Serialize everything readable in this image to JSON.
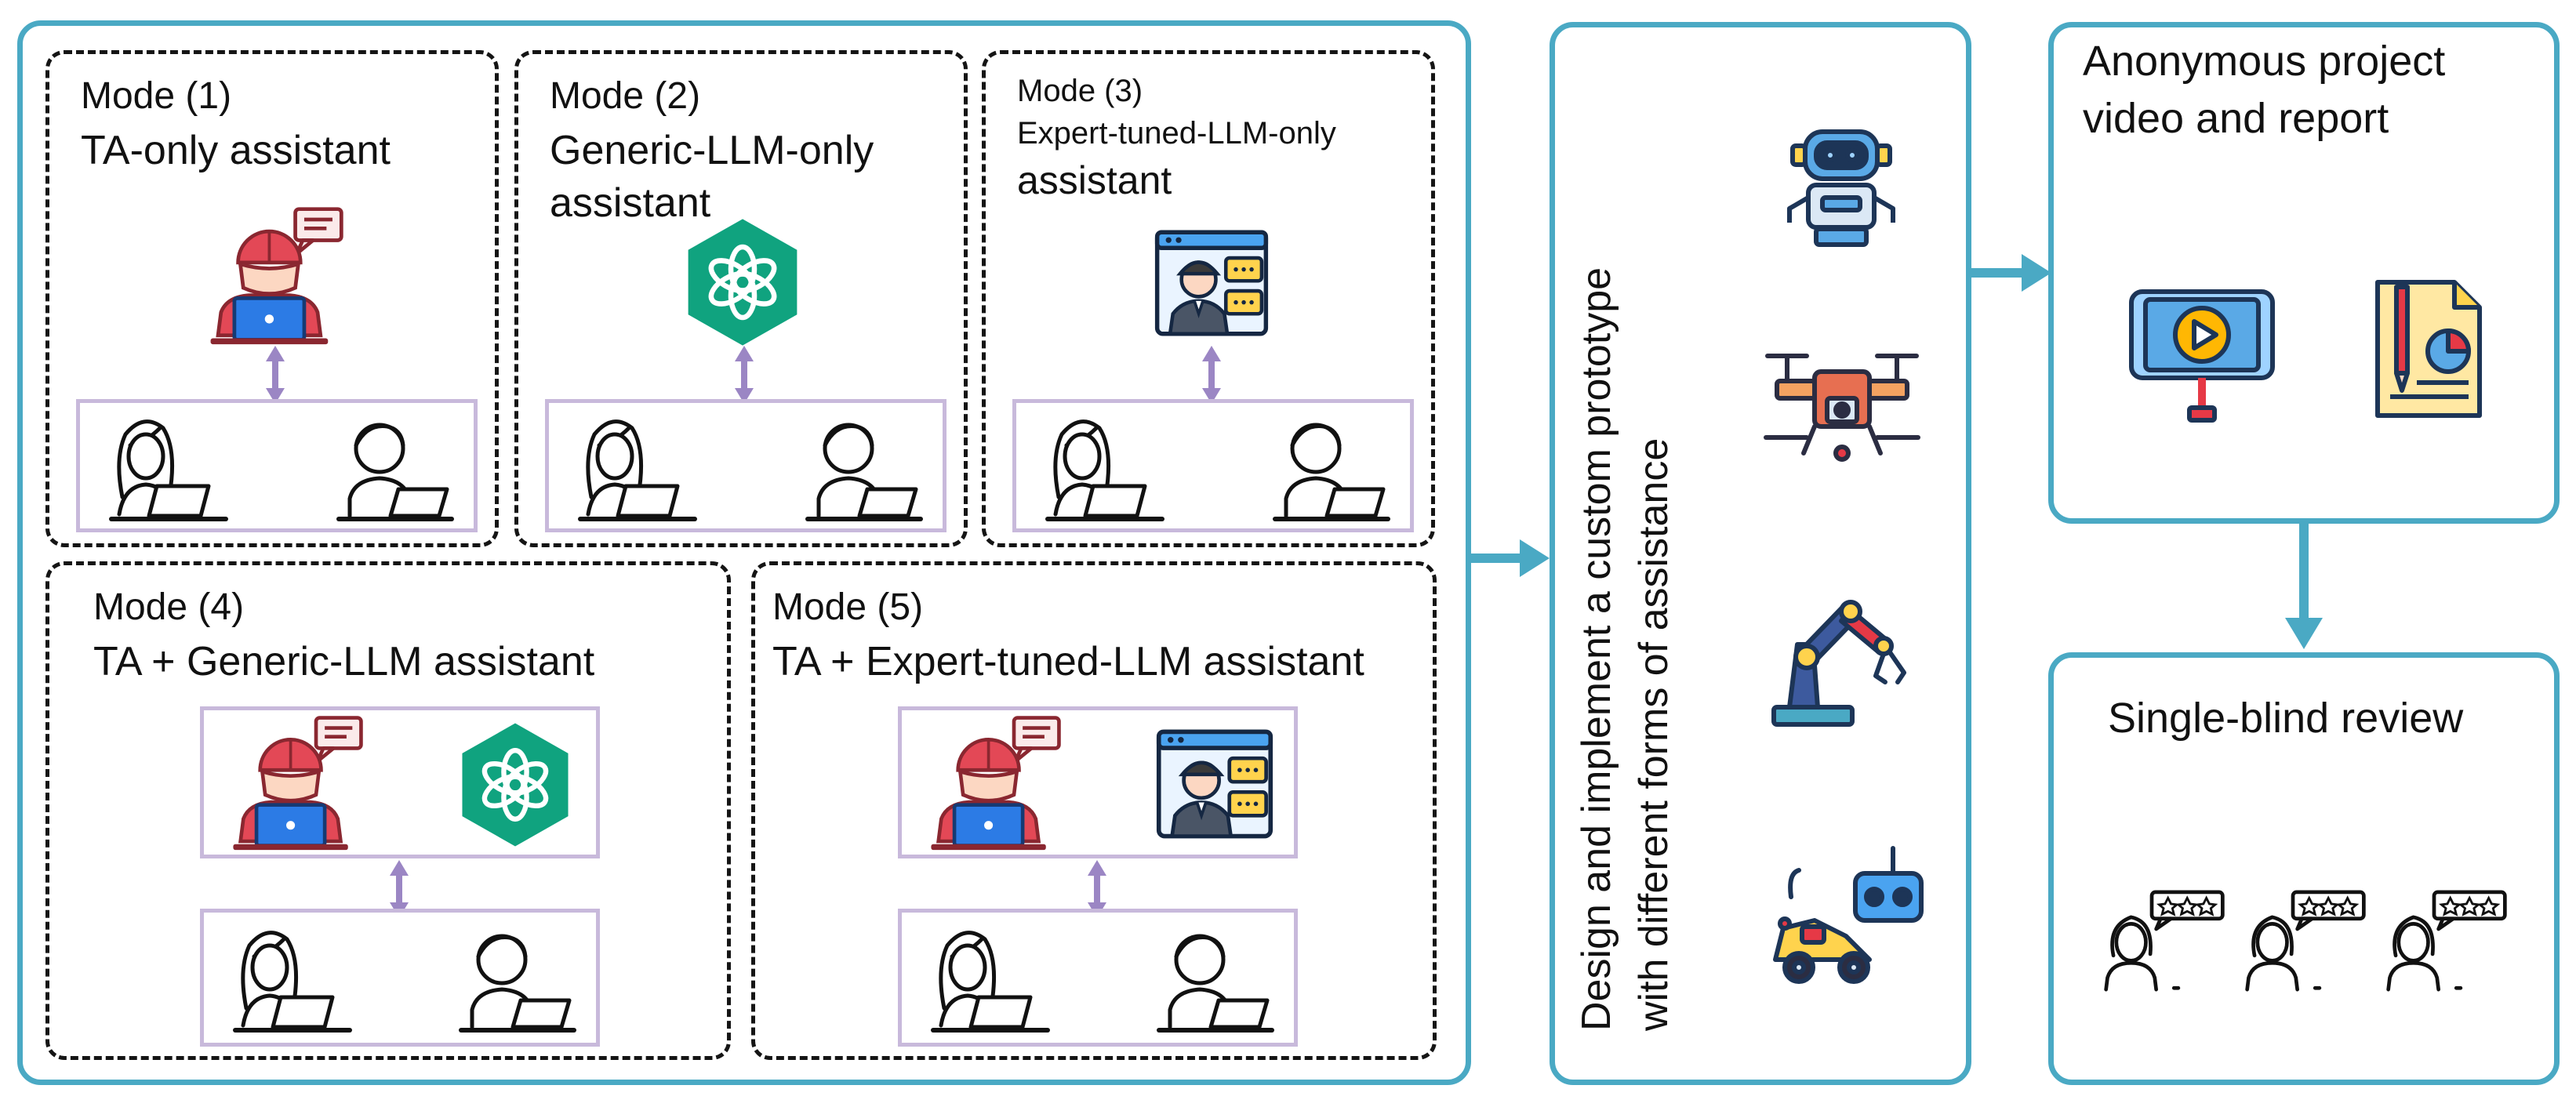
{
  "modes": [
    {
      "title": "Mode (1)",
      "subtitle": "TA-only assistant"
    },
    {
      "title": "Mode (2)",
      "subtitle_line1": "Generic-LLM-only",
      "subtitle_line2": "assistant"
    },
    {
      "title": "Mode (3)",
      "subtitle_line1": "Expert-tuned-LLM-only",
      "subtitle_line2": "assistant"
    },
    {
      "title": "Mode (4)",
      "subtitle": "TA + Generic-LLM assistant"
    },
    {
      "title": "Mode (5)",
      "subtitle": "TA + Expert-tuned-LLM assistant"
    }
  ],
  "prototype": {
    "line1": "Design and implement a custom prototype",
    "line2": "with different forms of assistance"
  },
  "video": {
    "line1": "Anonymous project",
    "line2": "video and report"
  },
  "review": {
    "title": "Single-blind review"
  },
  "colors": {
    "panel_border": "#4aa9c4",
    "arrow": "#4aa9c4",
    "link_arrow": "#9b86c4",
    "learner_box": "#c8b9db",
    "llm_logo": "#10a37f"
  },
  "icons": [
    "teaching-assistant-icon",
    "chat-bubble-icon",
    "openai-logo-icon",
    "expert-video-chat-icon",
    "student-girl-laptop-icon",
    "student-boy-laptop-icon",
    "robot-icon",
    "drone-icon",
    "robotic-arm-icon",
    "rc-car-icon",
    "video-phone-icon",
    "report-document-icon",
    "reviewer-icon",
    "star-rating-icon"
  ]
}
